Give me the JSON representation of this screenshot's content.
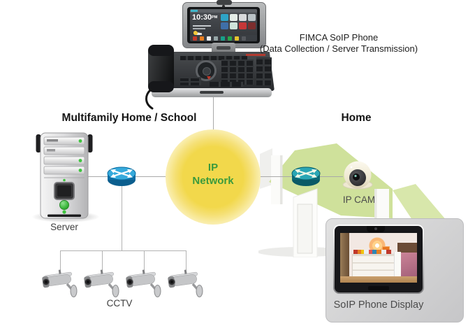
{
  "titles": {
    "left_section": "Multifamily Home / School",
    "right_section": "Home"
  },
  "phone": {
    "label_line1": "FIMCA SoIP Phone",
    "label_line2": "(Data Collection / Server Transmission)",
    "screen_time": "10:30",
    "screen_meridiem": "PM"
  },
  "network": {
    "label_line1": "IP",
    "label_line2": "Network"
  },
  "labels": {
    "server": "Server",
    "cctv": "CCTV",
    "ip_cam": "IP CAM",
    "display": "SoIP Phone Display"
  },
  "colors": {
    "network_core": "#f2d84b",
    "network_text": "#3a9a3d",
    "roof_green": "#cfe19b",
    "router_blue_top": "#36aadc",
    "router_blue_body": "#0d6ea5",
    "router_teal_top": "#2aa6b4",
    "router_teal_body": "#0c6a77",
    "connector_line": "#a9a9a9",
    "card_gray": "#d2d2d4"
  },
  "icons": {
    "phone": "desk-videophone-icon",
    "cloud": "network-cloud-icon",
    "router": "router-icon",
    "server": "server-tower-icon",
    "cctv": "bullet-camera-icon",
    "ip_cam": "dome-camera-icon",
    "house": "house-illustration",
    "display": "tablet-display-icon"
  }
}
